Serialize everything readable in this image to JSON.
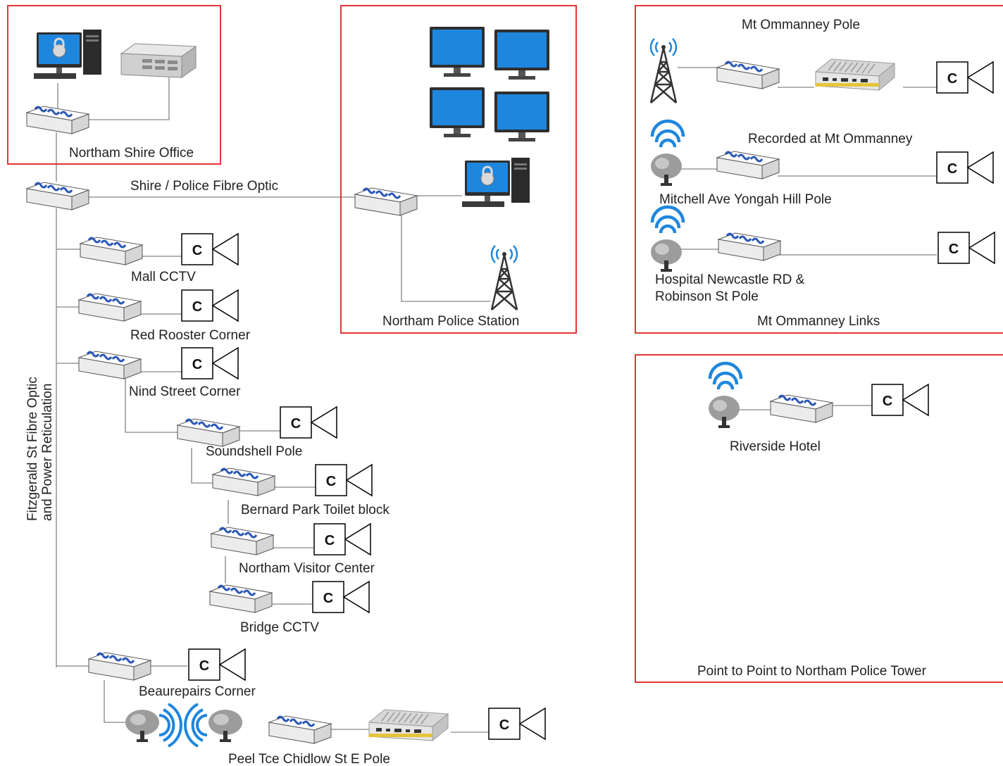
{
  "colors": {
    "group_border": "#e02020",
    "line": "#9a9a9a",
    "switch_body": "#f1f1f1",
    "switch_accent": "#2a56b8",
    "monitor_screen": "#1f86de",
    "wifi": "#1f86de"
  },
  "groups": {
    "shire_office": "Northam Shire Office",
    "police_station": "Northam Police Station",
    "mt_ommanney_links": "Mt Ommanney Links",
    "point_to_point": "Point to Point to Northam Police Tower"
  },
  "links": {
    "shire_police": "Shire / Police Fibre Optic",
    "trunk_line1": "Fitzgerald St Fibre Optic",
    "trunk_line2": "and Power Reticulation"
  },
  "camera_letter": "C",
  "cameras": {
    "mall": "Mall CCTV",
    "red_rooster": "Red Rooster Corner",
    "nind": "Nind Street Corner",
    "soundshell": "Soundshell Pole",
    "bernard": "Bernard Park Toilet block",
    "visitor": "Northam Visitor Center",
    "bridge": "Bridge CCTV",
    "beaurepairs": "Beaurepairs Corner",
    "peel": "Peel Tce Chidlow St E Pole"
  },
  "mt_ommanney": {
    "pole": "Mt Ommanney Pole",
    "recorded": "Recorded at Mt Ommanney",
    "mitchell": "Mitchell Ave Yongah Hill Pole",
    "hospital_line1": "Hospital Newcastle RD &",
    "hospital_line2": "Robinson St Pole"
  },
  "remote": {
    "riverside": "Riverside Hotel"
  },
  "icons": [
    "workstation-lock-icon",
    "server-rack-icon",
    "network-switch-icon",
    "monitor-icon",
    "radio-tower-icon",
    "wifi-dish-icon",
    "mini-pc-recorder-icon",
    "cctv-camera-icon"
  ]
}
